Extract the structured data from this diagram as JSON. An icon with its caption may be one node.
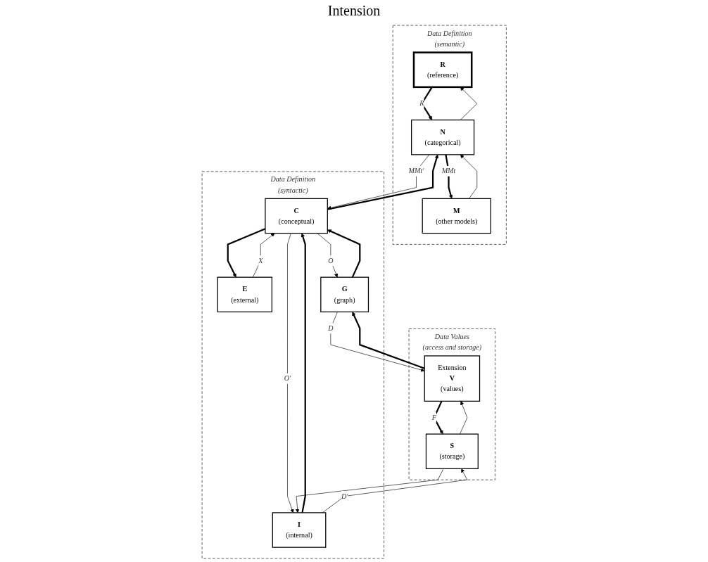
{
  "diagram": {
    "nodes": [
      {
        "text": [
          "Data Definition",
          "(semantic)"
        ]
      },
      {
        "text": [
          "Data Definition",
          "(syntactic)"
        ]
      },
      {
        "text": [
          "Data Values",
          "(access and storage)"
        ]
      },
      {
        "text": [
          "R",
          "(reference)"
        ],
        "in": 0
      },
      {
        "text": [
          "E",
          "(external)"
        ],
        "in": 1
      },
      {
        "text": [
          "N",
          "(categorical)"
        ],
        "in": 0
      },
      {
        "text": [
          "C",
          "(conceptual)"
        ],
        "in": 1
      },
      {
        "text": [
          "G",
          "(graph)"
        ],
        "in": 1
      },
      {
        "text": [
          "Extension",
          "V",
          "(values)"
        ],
        "in": 2
      },
      {
        "text": [
          "M",
          "(other models)"
        ],
        "in": 0
      },
      {
        "text": [
          "I",
          "(internal)"
        ],
        "in": 1
      },
      {
        "text": [
          "S",
          "(storage)"
        ],
        "in": 2
      }
    ],
    "edges": [
      {
        "from": 3,
        "to": 5,
        "arrow": "to",
        "label": "R",
        "style": "thick"
      },
      {
        "from": 5,
        "to": 3,
        "arrow": "to"
      },
      {
        "from": 6,
        "to": 4,
        "arrow": "to",
        "style": "thick"
      },
      {
        "from": 4,
        "to": 6,
        "arrow": "to",
        "label": "X"
      },
      {
        "from": 5,
        "to": 6,
        "arrow": "to",
        "label": "MMt′"
      },
      {
        "from": 6,
        "to": 5,
        "arrow": "to",
        "style": "thick"
      },
      {
        "from": 7,
        "to": 6,
        "arrow": "to",
        "style": "thick"
      },
      {
        "from": 6,
        "to": 7,
        "arrow": "to",
        "label": "O"
      },
      {
        "from": 8,
        "to": 7,
        "arrow": "to",
        "style": "thick"
      },
      {
        "from": 7,
        "to": 8,
        "arrow": "to",
        "label": "D"
      },
      {
        "from": 5,
        "to": 9,
        "arrow": "to",
        "label": "MMt",
        "style": "thick"
      },
      {
        "from": 9,
        "to": 5,
        "arrow": "to"
      },
      {
        "from": 10,
        "to": 6,
        "arrow": "to",
        "style": "thick"
      },
      {
        "from": 6,
        "to": 10,
        "arrow": "to",
        "label": "O′"
      },
      {
        "from": 11,
        "to": 8,
        "arrow": "to"
      },
      {
        "from": 8,
        "to": 11,
        "arrow": "to",
        "label": "F",
        "style": "thick"
      },
      {
        "from": 10,
        "to": 11,
        "arrow": "to",
        "label": "D′"
      },
      {
        "from": 11,
        "to": 10,
        "arrow": "to"
      }
    ],
    "labels": [
      "Intension"
    ]
  }
}
